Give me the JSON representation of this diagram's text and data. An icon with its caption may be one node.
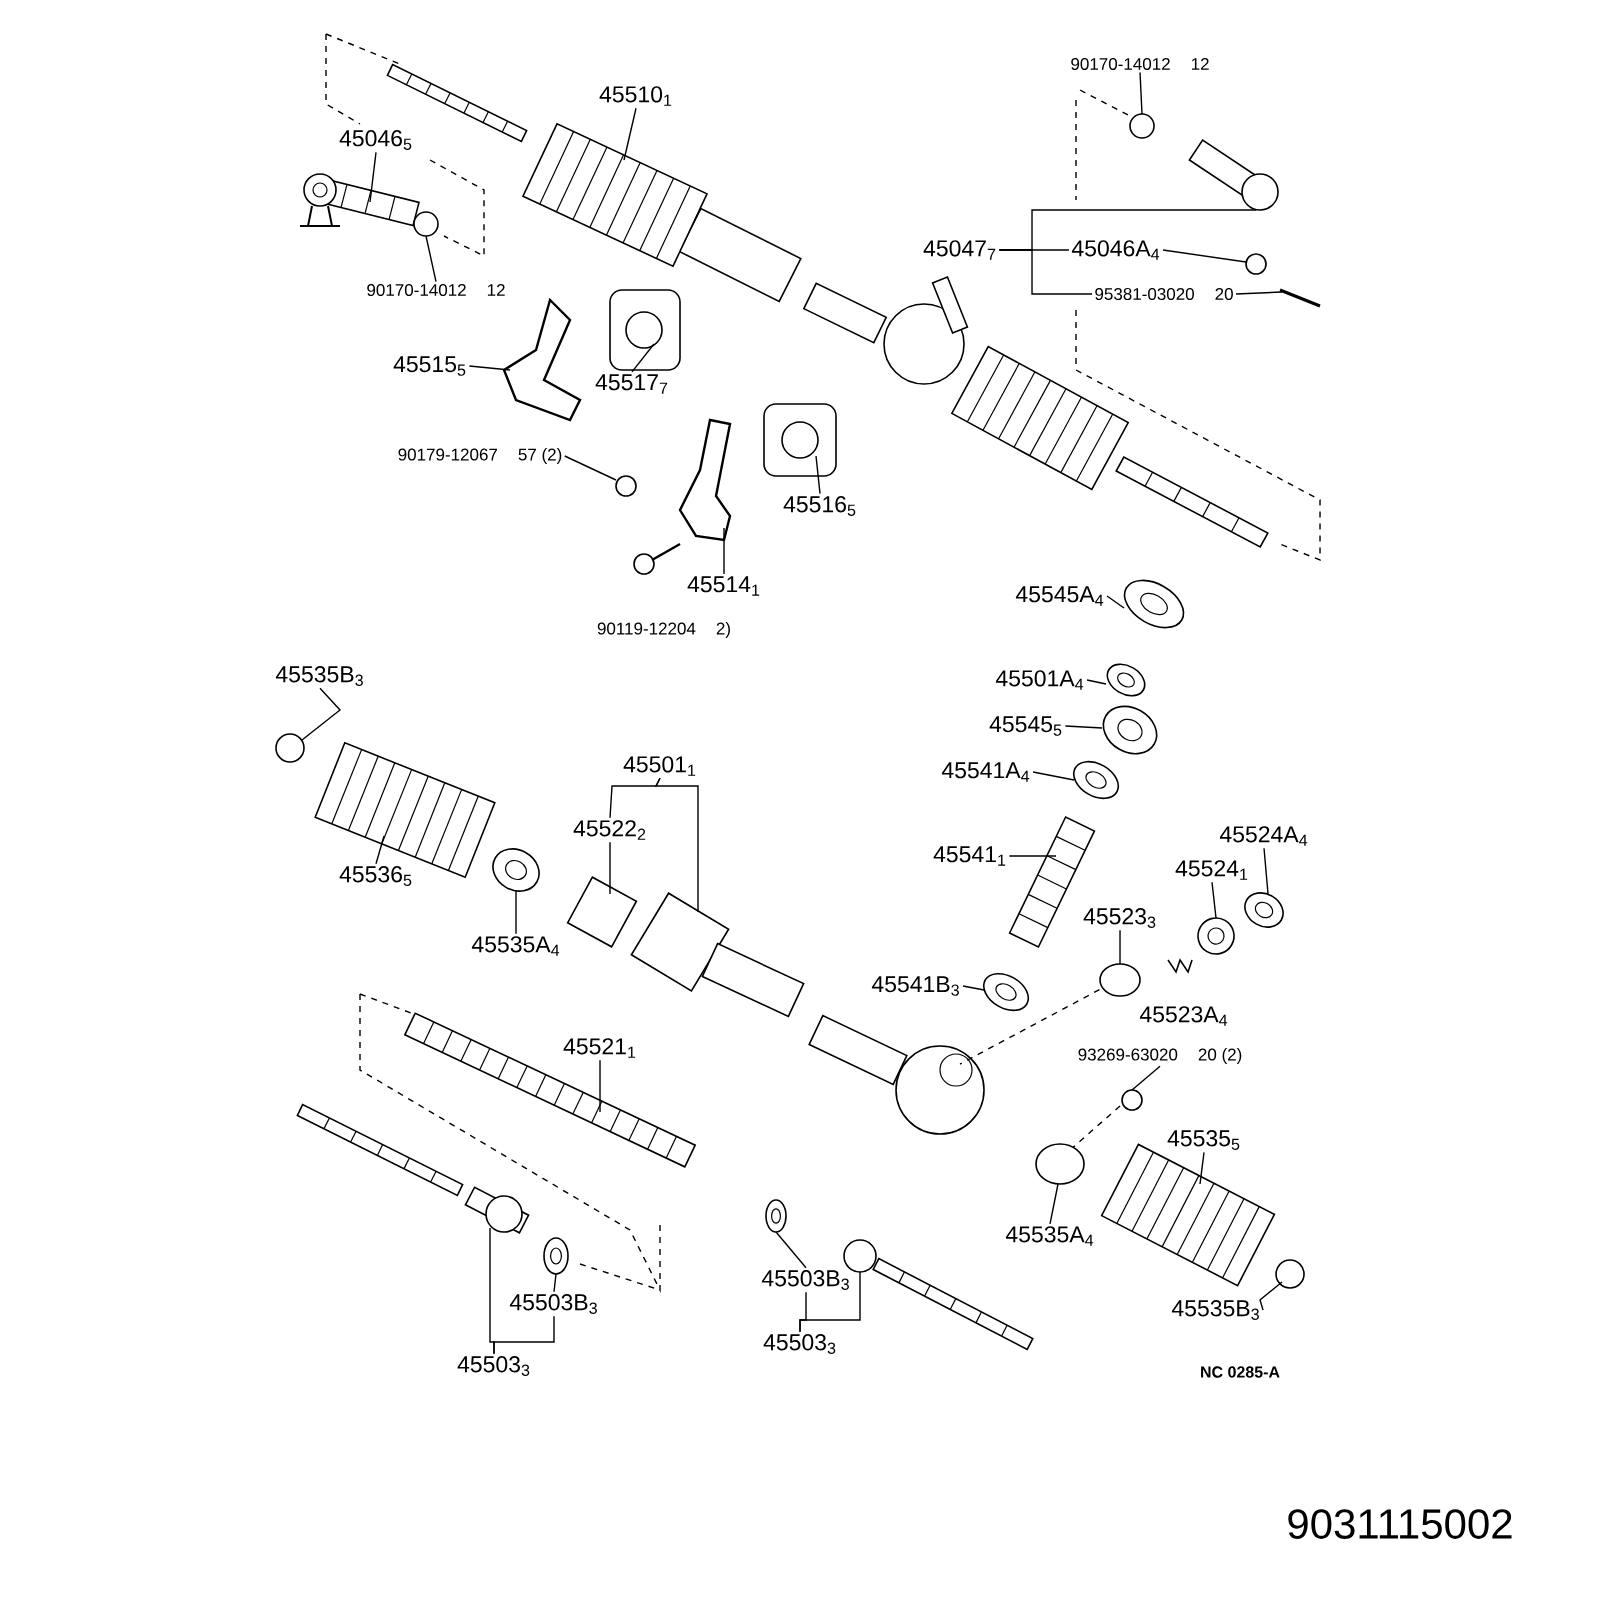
{
  "diagram": {
    "nodes": [
      {
        "text": [
          "45510$_{1}$"
        ]
      },
      {
        "text": [
          "45046$_{5}$"
        ]
      },
      {
        "text": [
          "90170-14012",
          "12"
        ]
      },
      {
        "text": [
          "90170-14012",
          "12"
        ]
      },
      {
        "text": [
          "45047$_{7}$"
        ]
      },
      {
        "text": [
          "45046A$_{4}$"
        ]
      },
      {
        "text": [
          "95381-03020",
          "20"
        ]
      },
      {
        "text": [
          "45515$_{5}$"
        ]
      },
      {
        "text": [
          "45517$_{7}$"
        ]
      },
      {
        "text": [
          "90179-12067",
          "57 (2)"
        ]
      },
      {
        "text": [
          "45516$_{5}$"
        ]
      },
      {
        "text": [
          "45514$_{1}$"
        ]
      },
      {
        "text": [
          "90119-12204",
          "2)"
        ]
      },
      {
        "text": [
          "45545A$_{4}$"
        ]
      },
      {
        "text": [
          "45501A$_{4}$"
        ]
      },
      {
        "text": [
          "45545$_{5}$"
        ]
      },
      {
        "text": [
          "45541A$_{4}$"
        ]
      },
      {
        "text": [
          "45535B$_{3}$"
        ]
      },
      {
        "text": [
          "45501$_{1}$"
        ]
      },
      {
        "text": [
          "45522$_{2}$"
        ]
      },
      {
        "text": [
          "45536$_{5}$"
        ]
      },
      {
        "text": [
          "45535A$_{4}$"
        ]
      },
      {
        "text": [
          "45541$_{1}$"
        ]
      },
      {
        "text": [
          "45524A$_{4}$"
        ]
      },
      {
        "text": [
          "45524$_{1}$"
        ]
      },
      {
        "text": [
          "45523$_{3}$"
        ]
      },
      {
        "text": [
          "45541B$_{3}$"
        ]
      },
      {
        "text": [
          "45523A$_{4}$"
        ]
      },
      {
        "text": [
          "45521$_{1}$"
        ]
      },
      {
        "text": [
          "93269-63020",
          "20 (2)"
        ]
      },
      {
        "text": [
          "45535$_{5}$"
        ]
      },
      {
        "text": [
          "45535A$_{4}$"
        ]
      },
      {
        "text": [
          "45503B$_{3}$"
        ]
      },
      {
        "text": [
          "45503$_{3}$"
        ]
      },
      {
        "text": [
          "45503B$_{3}$"
        ]
      },
      {
        "text": [
          "45503$_{3}$"
        ]
      },
      {
        "text": [
          "45535B$_{3}$"
        ]
      },
      {
        "text": [],
        "shape": "picture"
      },
      {
        "text": [],
        "shape": "picture"
      },
      {
        "text": [],
        "shape": "circle"
      },
      {
        "text": [],
        "shape": "circle"
      },
      {
        "text": [],
        "shape": "picture"
      },
      {
        "text": [],
        "shape": "circle"
      },
      {
        "text": [],
        "shape": "picture"
      },
      {
        "text": [],
        "shape": "picture"
      },
      {
        "text": [],
        "shape": "picture"
      },
      {
        "text": [],
        "shape": "circle"
      },
      {
        "text": [],
        "shape": "picture"
      },
      {
        "text": [],
        "shape": "picture"
      },
      {
        "text": [],
        "shape": "picture"
      },
      {
        "text": [],
        "shape": "picture"
      },
      {
        "text": [],
        "shape": "picture"
      },
      {
        "text": [],
        "shape": "picture"
      },
      {
        "text": [],
        "shape": "circle"
      },
      {
        "text": [],
        "shape": "picture"
      },
      {
        "text": [],
        "shape": "picture"
      },
      {
        "text": [],
        "shape": "picture"
      },
      {
        "text": [],
        "shape": "picture"
      },
      {
        "text": [],
        "shape": "picture"
      },
      {
        "text": [],
        "shape": "picture"
      },
      {
        "text": [],
        "shape": "picture"
      },
      {
        "text": [],
        "shape": "circle"
      },
      {
        "text": [],
        "shape": "picture"
      },
      {
        "text": [],
        "shape": "picture"
      },
      {
        "text": [],
        "shape": "circle"
      },
      {
        "text": [],
        "shape": "picture"
      },
      {
        "text": [],
        "shape": "circle"
      },
      {
        "text": [],
        "shape": "picture"
      },
      {
        "text": [],
        "shape": "picture"
      },
      {
        "text": [],
        "shape": "picture"
      },
      {
        "text": [],
        "shape": "picture"
      },
      {
        "text": [],
        "shape": "circle"
      }
    ],
    "edges": [
      {
        "from": 0,
        "to": 37,
        "arrow": "none"
      },
      {
        "from": 1,
        "to": 38,
        "arrow": "none"
      },
      {
        "from": 2,
        "to": 39,
        "arrow": "none"
      },
      {
        "from": 3,
        "to": 40,
        "arrow": "none"
      },
      {
        "from": 4,
        "to": 41,
        "arrow": "none"
      },
      {
        "from": 4,
        "to": 5,
        "arrow": "none"
      },
      {
        "from": 4,
        "to": 6,
        "arrow": "none"
      },
      {
        "from": 5,
        "to": 42,
        "arrow": "none"
      },
      {
        "from": 6,
        "to": 43,
        "arrow": "none"
      },
      {
        "from": 7,
        "to": 44,
        "arrow": "none"
      },
      {
        "from": 8,
        "to": 45,
        "arrow": "none"
      },
      {
        "from": 9,
        "to": 46,
        "arrow": "none"
      },
      {
        "from": 10,
        "to": 47,
        "arrow": "none"
      },
      {
        "from": 11,
        "to": 48,
        "arrow": "none"
      },
      {
        "from": 13,
        "to": 49,
        "arrow": "none"
      },
      {
        "from": 14,
        "to": 50,
        "arrow": "none"
      },
      {
        "from": 15,
        "to": 51,
        "arrow": "none"
      },
      {
        "from": 16,
        "to": 52,
        "arrow": "none"
      },
      {
        "from": 17,
        "to": 53,
        "arrow": "none"
      },
      {
        "from": 18,
        "to": 19,
        "arrow": "none"
      },
      {
        "from": 18,
        "to": 54,
        "arrow": "none"
      },
      {
        "from": 19,
        "to": 55,
        "arrow": "none"
      },
      {
        "from": 20,
        "to": 56,
        "arrow": "none"
      },
      {
        "from": 21,
        "to": 57,
        "arrow": "none"
      },
      {
        "from": 22,
        "to": 58,
        "arrow": "none"
      },
      {
        "from": 23,
        "to": 59,
        "arrow": "none"
      },
      {
        "from": 24,
        "to": 60,
        "arrow": "none"
      },
      {
        "from": 25,
        "to": 61,
        "arrow": "none"
      },
      {
        "from": 26,
        "to": 62,
        "arrow": "none"
      },
      {
        "from": 28,
        "to": 63,
        "arrow": "none"
      },
      {
        "from": 29,
        "to": 64,
        "arrow": "none"
      },
      {
        "from": 30,
        "to": 65,
        "arrow": "none"
      },
      {
        "from": 31,
        "to": 66,
        "arrow": "none"
      },
      {
        "from": 32,
        "to": 67,
        "arrow": "none"
      },
      {
        "from": 33,
        "to": 68,
        "arrow": "none"
      },
      {
        "from": 33,
        "to": 32,
        "arrow": "none"
      },
      {
        "from": 34,
        "to": 69,
        "arrow": "none"
      },
      {
        "from": 35,
        "to": 34,
        "arrow": "none"
      },
      {
        "from": 35,
        "to": 70,
        "arrow": "none"
      },
      {
        "from": 36,
        "to": 71,
        "arrow": "none"
      }
    ],
    "labels": [
      "NC 0285-A",
      "9031115002"
    ]
  }
}
